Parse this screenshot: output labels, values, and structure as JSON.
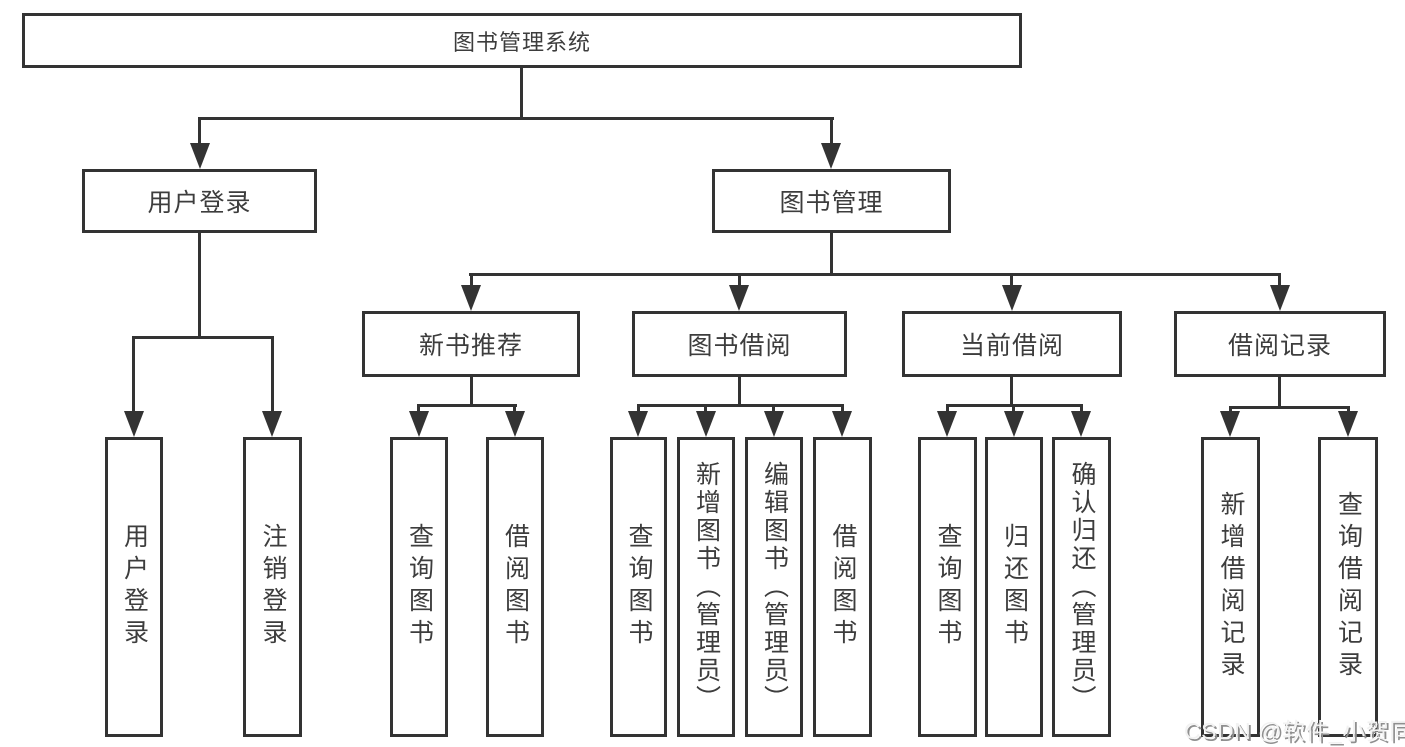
{
  "nodes": {
    "root": "图书管理系统",
    "user_login": "用户登录",
    "book_management": "图书管理",
    "new_book_recommend": "新书推荐",
    "book_borrowing": "图书借阅",
    "current_borrowing": "当前借阅",
    "borrow_records": "借阅记录"
  },
  "leaves": {
    "login": "用户登录",
    "logout": "注销登录",
    "nb_query": "查询图书",
    "nb_borrow": "借阅图书",
    "bb_query": "查询图书",
    "bb_add": "新增图书（管理员）",
    "bb_edit": "编辑图书（管理员）",
    "bb_borrow": "借阅图书",
    "cb_query": "查询图书",
    "cb_return": "归还图书",
    "cb_confirm": "确认归还（管理员）",
    "br_add": "新增借阅记录",
    "br_query": "查询借阅记录"
  },
  "hierarchy": {
    "图书管理系统": [
      "用户登录",
      "图书管理"
    ],
    "用户登录": [
      "用户登录",
      "注销登录"
    ],
    "图书管理": [
      "新书推荐",
      "图书借阅",
      "当前借阅",
      "借阅记录"
    ],
    "新书推荐": [
      "查询图书",
      "借阅图书"
    ],
    "图书借阅": [
      "查询图书",
      "新增图书（管理员）",
      "编辑图书（管理员）",
      "借阅图书"
    ],
    "当前借阅": [
      "查询图书",
      "归还图书",
      "确认归还（管理员）"
    ],
    "借阅记录": [
      "新增借阅记录",
      "查询借阅记录"
    ]
  },
  "watermark": "CSDN @软件_小贺同学",
  "colors": {
    "line": "#333333",
    "text": "#3d3d3d",
    "background": "#ffffff",
    "watermark_fill": "#f2f2f2",
    "watermark_shadow": "#8f8f8f"
  }
}
